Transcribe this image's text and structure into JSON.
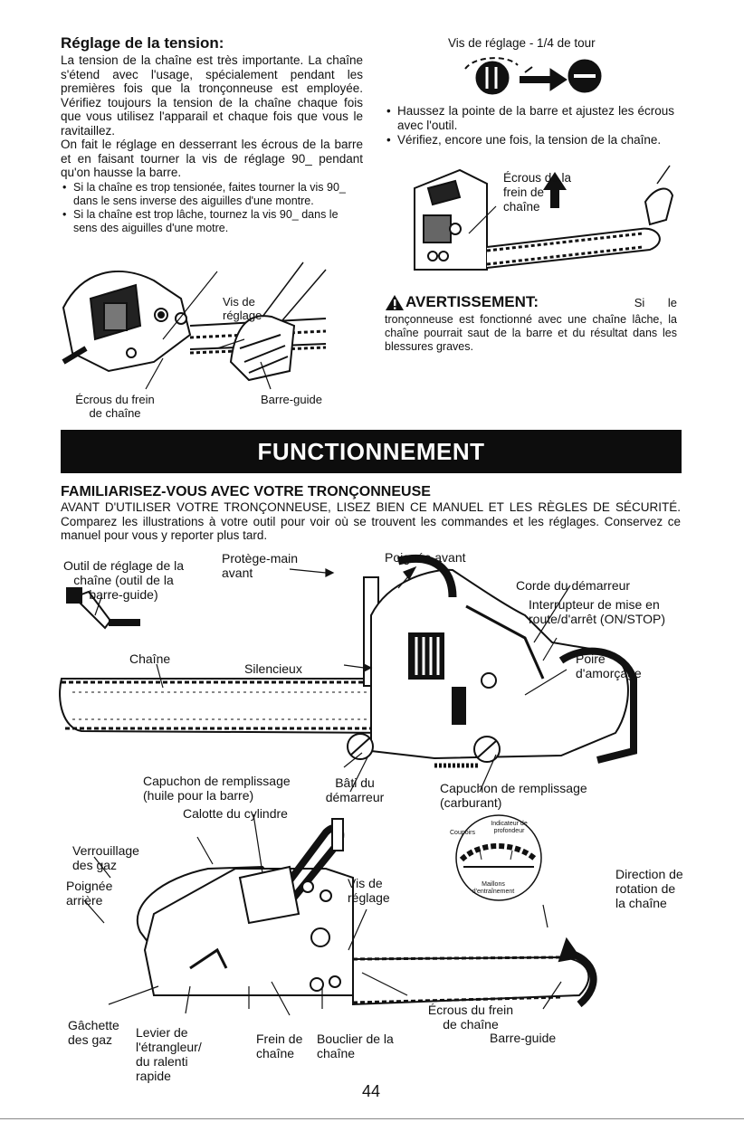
{
  "tension": {
    "title": "Réglage de la tension:",
    "paragraphs": [
      "La tension de la chaîne est très importante. La chaîne s'étend avec l'usage, spécialement pendant les premières fois que la tronçonneuse est employée. Vérifiez toujours la tension de la chaîne chaque fois que vous utilisez l'apparail et chaque fois que vous le ravitaillez.",
      "On fait le réglage en desserrant les écrous de la barre et en faisant tourner la vis de réglage 90_ pendant qu'on hausse la barre."
    ],
    "bullets": [
      "Si la chaîne es trop tensionée, faites tourner la vis 90_ dans le sens inverse des aiguilles d'une montre.",
      "Si la chaîne est trop lâche, tournez la vis 90_ dans le sens des aiguilles d'une motre."
    ],
    "fig_labels": {
      "vis_de_reglage": "Vis de réglage",
      "ecrous_du_frein": "Écrous du frein de chaîne",
      "barre_guide": "Barre-guide"
    }
  },
  "adjust": {
    "caption": "Vis de réglage - 1/4 de tour",
    "bullets": [
      "Haussez la pointe de la barre et ajustez les écrous avec l'outil.",
      "Vérifiez, encore une fois, la tension de la chaîne."
    ],
    "fig_label": "Écrous de la frein de chaîne"
  },
  "warning": {
    "title": "AVERTISSEMENT:",
    "lead": "Si le",
    "text": "tronçonneuse est fonctionné avec une chaîne lâche, la chaîne pourrait saut de la barre et du résultat dans les blessures graves."
  },
  "banner": {
    "title": "FUNCTIONNEMENT"
  },
  "familiarize": {
    "heading": "FAMILIARISEZ-VOUS AVEC VOTRE TRONÇONNEUSE",
    "intro_caps": "AVANT D'UTILISER VOTRE TRONÇONNEUSE, LISEZ BIEN CE MANUEL ET LES RÈGLES DE SÉCURITÉ.",
    "intro_rest": "Comparez les illustrations à votre outil pour voir où se trouvent les commandes et les réglages. Conservez ce manuel pour vous y reporter plus tard."
  },
  "diagram1": {
    "outil": "Outil de réglage de la chaîne (outil de la barre-guide)",
    "protege_main": "Protège-main avant",
    "poignee_avant": "Poignée avant",
    "corde": "Corde du démarreur",
    "interrupteur": "Interrupteur de mise en route/d'arrêt (ON/STOP)",
    "poire": "Poire d'amorçage",
    "chaine": "Chaîne",
    "silencieux": "Silencieux",
    "capuchon_huile": "Capuchon de remplissage (huile pour la barre)",
    "bati": "Bâti du démarreur",
    "capuchon_carburant": "Capuchon de remplissage (carburant)"
  },
  "diagram2": {
    "calotte": "Calotte du cylindre",
    "verrouillage": "Verrouillage des gaz",
    "poignee_arriere": "Poignée arrière",
    "vis_reglage": "Vis de réglage",
    "direction": "Direction de rotation de la chaîne",
    "gachette": "Gâchette des gaz",
    "levier": "Levier de l'étrangleur/ du ralenti rapide",
    "frein": "Frein de chaîne",
    "bouclier": "Bouclier de la chaîne",
    "ecrous": "Écrous du frein de chaîne",
    "barre_guide": "Barre-guide",
    "inset": {
      "coupoirs": "Coupoirs",
      "indicateur": "Indicateur de profondeur",
      "maillons": "Maillons d'entraînement"
    }
  },
  "page_number": "44"
}
